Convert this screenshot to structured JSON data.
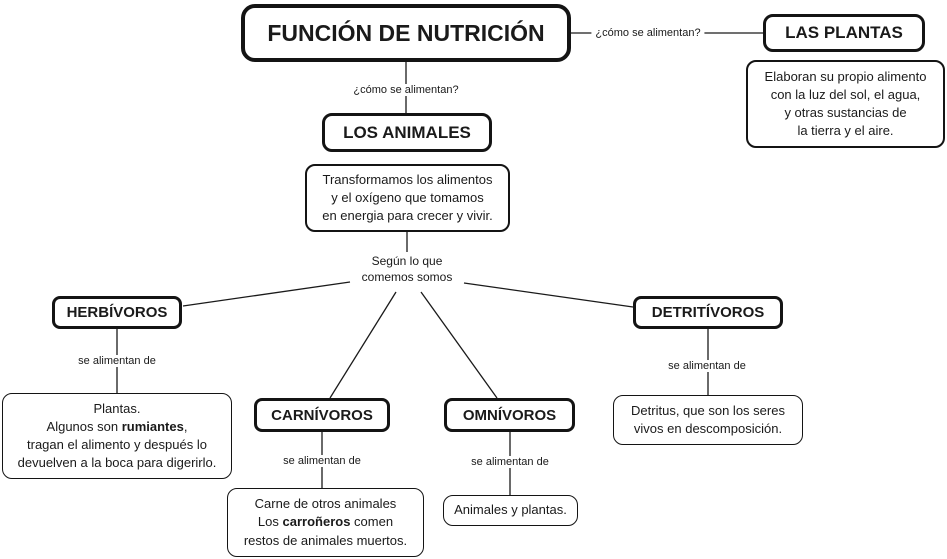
{
  "colors": {
    "ink": "#1a1a1a",
    "background": "#ffffff"
  },
  "map": {
    "title": {
      "label": "FUNCIÓN DE NUTRICIÓN"
    },
    "linking": {
      "como_se_alimentan_plantas": "¿cómo se alimentan?",
      "como_se_alimentan_animales": "¿cómo se alimentan?",
      "segun_line1": "Según lo que",
      "segun_line2": "comemos somos",
      "se_alimentan_de_herbivoros": "se alimentan de",
      "se_alimentan_de_carnivoros": "se alimentan de",
      "se_alimentan_de_omnivoros": "se alimentan de",
      "se_alimentan_de_detritivoros": "se alimentan de"
    },
    "nodes": {
      "las_plantas": {
        "label": "LAS PLANTAS"
      },
      "plantas_desc": {
        "lines": [
          "Elaboran su propio alimento",
          "con la luz del sol, el agua,",
          "y otras sustancias de",
          "la tierra y el aire."
        ]
      },
      "los_animales": {
        "label": "LOS ANIMALES"
      },
      "animales_desc": {
        "lines": [
          "Transformamos los alimentos",
          "y el oxígeno que tomamos",
          "en energia para crecer y vivir."
        ]
      },
      "herbivoros": {
        "label": "HERBÍVOROS"
      },
      "herbivoros_desc": {
        "line1": "Plantas.",
        "line2_prefix": "Algunos son ",
        "line2_bold": "rumiantes",
        "line2_suffix": ",",
        "line3": "tragan el alimento y después lo",
        "line4": "devuelven a la boca para digerirlo."
      },
      "carnivoros": {
        "label": "CARNÍVOROS"
      },
      "carnivoros_desc": {
        "line1": "Carne de otros animales",
        "line2_prefix": "Los ",
        "line2_bold": "carroñeros",
        "line2_suffix": " comen",
        "line3": "restos de animales muertos."
      },
      "omnivoros": {
        "label": "OMNÍVOROS"
      },
      "omnivoros_desc": {
        "lines": [
          "Animales y plantas."
        ]
      },
      "detritivoros": {
        "label": "DETRITÍVOROS"
      },
      "detritivoros_desc": {
        "lines": [
          "Detritus, que son los seres",
          "vivos en descomposición."
        ]
      }
    }
  }
}
